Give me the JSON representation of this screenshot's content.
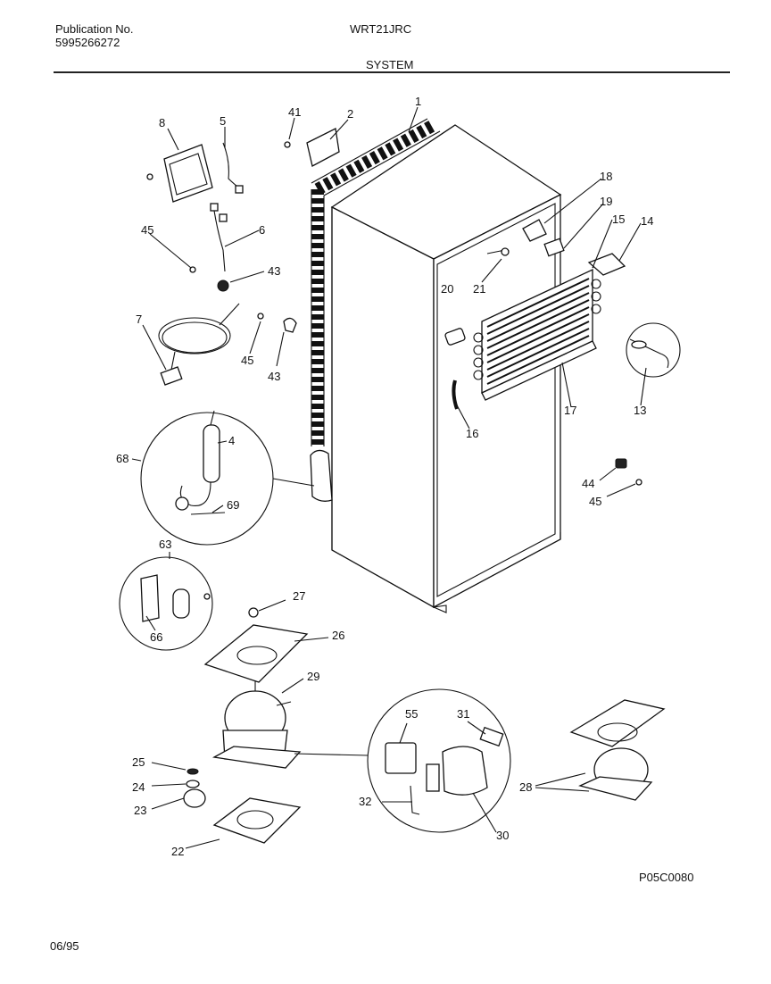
{
  "header": {
    "publication_label": "Publication No.",
    "publication_number": "5995266272",
    "model": "WRT21JRC",
    "section": "SYSTEM"
  },
  "footer": {
    "diagram_code": "P05C0080",
    "date": "06/95"
  },
  "callouts": {
    "c1": "1",
    "c2": "2",
    "c41": "41",
    "c5": "5",
    "c8": "8",
    "c45a": "45",
    "c6": "6",
    "c43a": "43",
    "c7": "7",
    "c45b": "45",
    "c43b": "43",
    "c18": "18",
    "c19": "19",
    "c15": "15",
    "c14": "14",
    "c20": "20",
    "c21": "21",
    "c17": "17",
    "c13": "13",
    "c16": "16",
    "c68": "68",
    "c4": "4",
    "c69": "69",
    "c44": "44",
    "c45c": "45",
    "c63": "63",
    "c66": "66",
    "c27": "27",
    "c26": "26",
    "c29": "29",
    "c55": "55",
    "c31": "31",
    "c25": "25",
    "c24": "24",
    "c23": "23",
    "c28": "28",
    "c32": "32",
    "c30": "30",
    "c22": "22"
  }
}
